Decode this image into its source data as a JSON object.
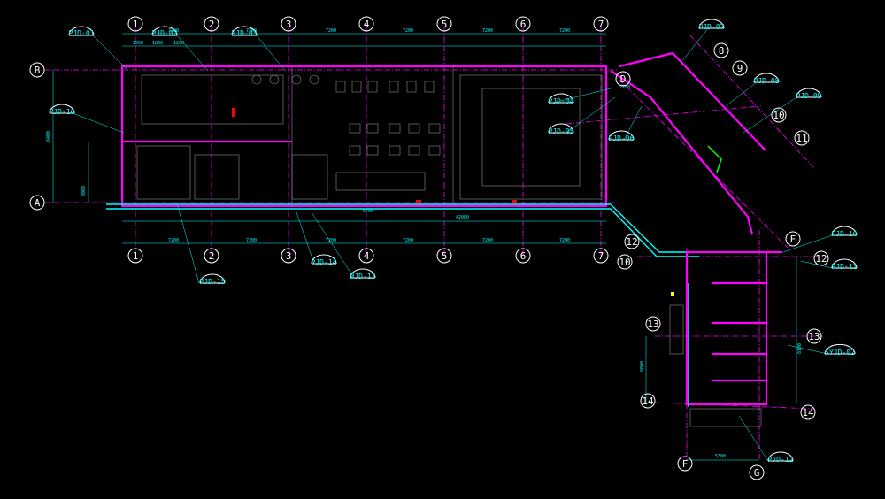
{
  "drawing": {
    "colors": {
      "background": "#000000",
      "grid": "#ff00ff",
      "wall_outer": "#ff00ff",
      "wall_inner": "#00ffff",
      "furniture": "#8a8a8a",
      "tags": "#00ffff",
      "bubbles": "#ffffff",
      "accent": "#ff0000",
      "highlight": "#00ff00",
      "yellow": "#ffff00"
    },
    "axis_bubbles": [
      "1",
      "2",
      "3",
      "4",
      "5",
      "6",
      "7",
      "A",
      "B",
      "8",
      "9",
      "10",
      "11",
      "12",
      "13",
      "14",
      "D",
      "E",
      "F",
      "G"
    ],
    "tags": [
      "PJD-01",
      "PJD-02",
      "PJD-03",
      "PJD-04",
      "PJD-05",
      "PJD-06",
      "PJD-07",
      "PJD-08",
      "PJD-09",
      "PJD-10",
      "PJD-11",
      "PJD-12",
      "PJD-13",
      "PJD-14",
      "PJD-15",
      "PJD-16",
      "SYJD-02"
    ],
    "dims": {
      "top_span": "7200",
      "bottom_span": "7200",
      "left_height": "8400",
      "left_small": "3000",
      "corridor_len": "42000",
      "bottom_room": "6700",
      "wing_bottom": "5300",
      "wing_side": "8100",
      "wing_left": "8000",
      "d_width": "2700",
      "seg1": "1500",
      "seg2": "1800",
      "seg3": "1200"
    }
  }
}
